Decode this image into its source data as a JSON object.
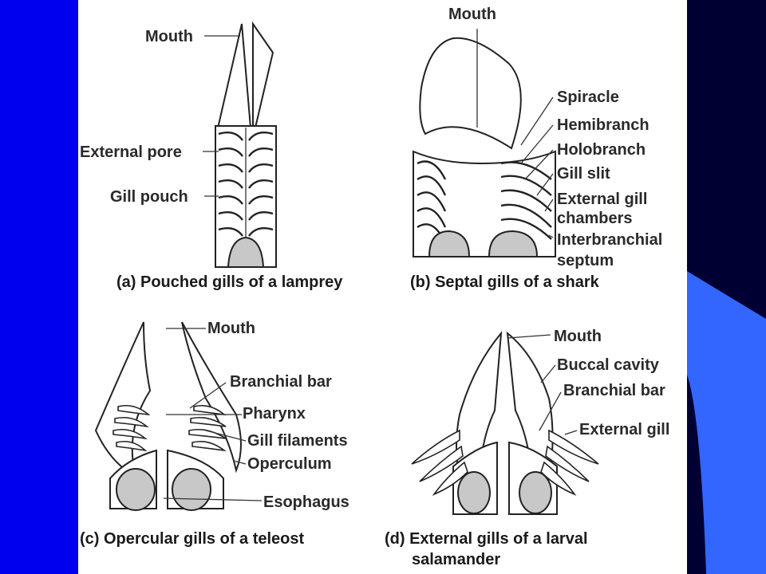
{
  "slide": {
    "colors": {
      "left_bar": "#0000ee",
      "right_dark": "#000033",
      "right_accent": "#3366ff",
      "panel": "#ffffff"
    }
  },
  "panels": {
    "a": {
      "caption": "(a) Pouched gills of a lamprey",
      "labels": {
        "mouth": "Mouth",
        "external_pore": "External pore",
        "gill_pouch": "Gill pouch"
      }
    },
    "b": {
      "caption": "(b) Septal gills of a shark",
      "labels": {
        "mouth": "Mouth",
        "spiracle": "Spiracle",
        "hemibranch": "Hemibranch",
        "holobranch": "Holobranch",
        "gill_slit": "Gill slit",
        "external_gill_1": "External gill",
        "external_gill_2": "chambers",
        "interbranchial_1": "Interbranchial",
        "interbranchial_2": "septum"
      }
    },
    "c": {
      "caption": "(c) Opercular gills of a teleost",
      "labels": {
        "mouth": "Mouth",
        "branchial_bar": "Branchial bar",
        "pharynx": "Pharynx",
        "gill_filaments": "Gill filaments",
        "operculum": "Operculum",
        "esophagus": "Esophagus"
      }
    },
    "d": {
      "caption_1": "(d) External gills of a larval",
      "caption_2": "salamander",
      "labels": {
        "mouth": "Mouth",
        "buccal_cavity": "Buccal cavity",
        "branchial_bar": "Branchial bar",
        "external_gill": "External gill"
      }
    }
  }
}
